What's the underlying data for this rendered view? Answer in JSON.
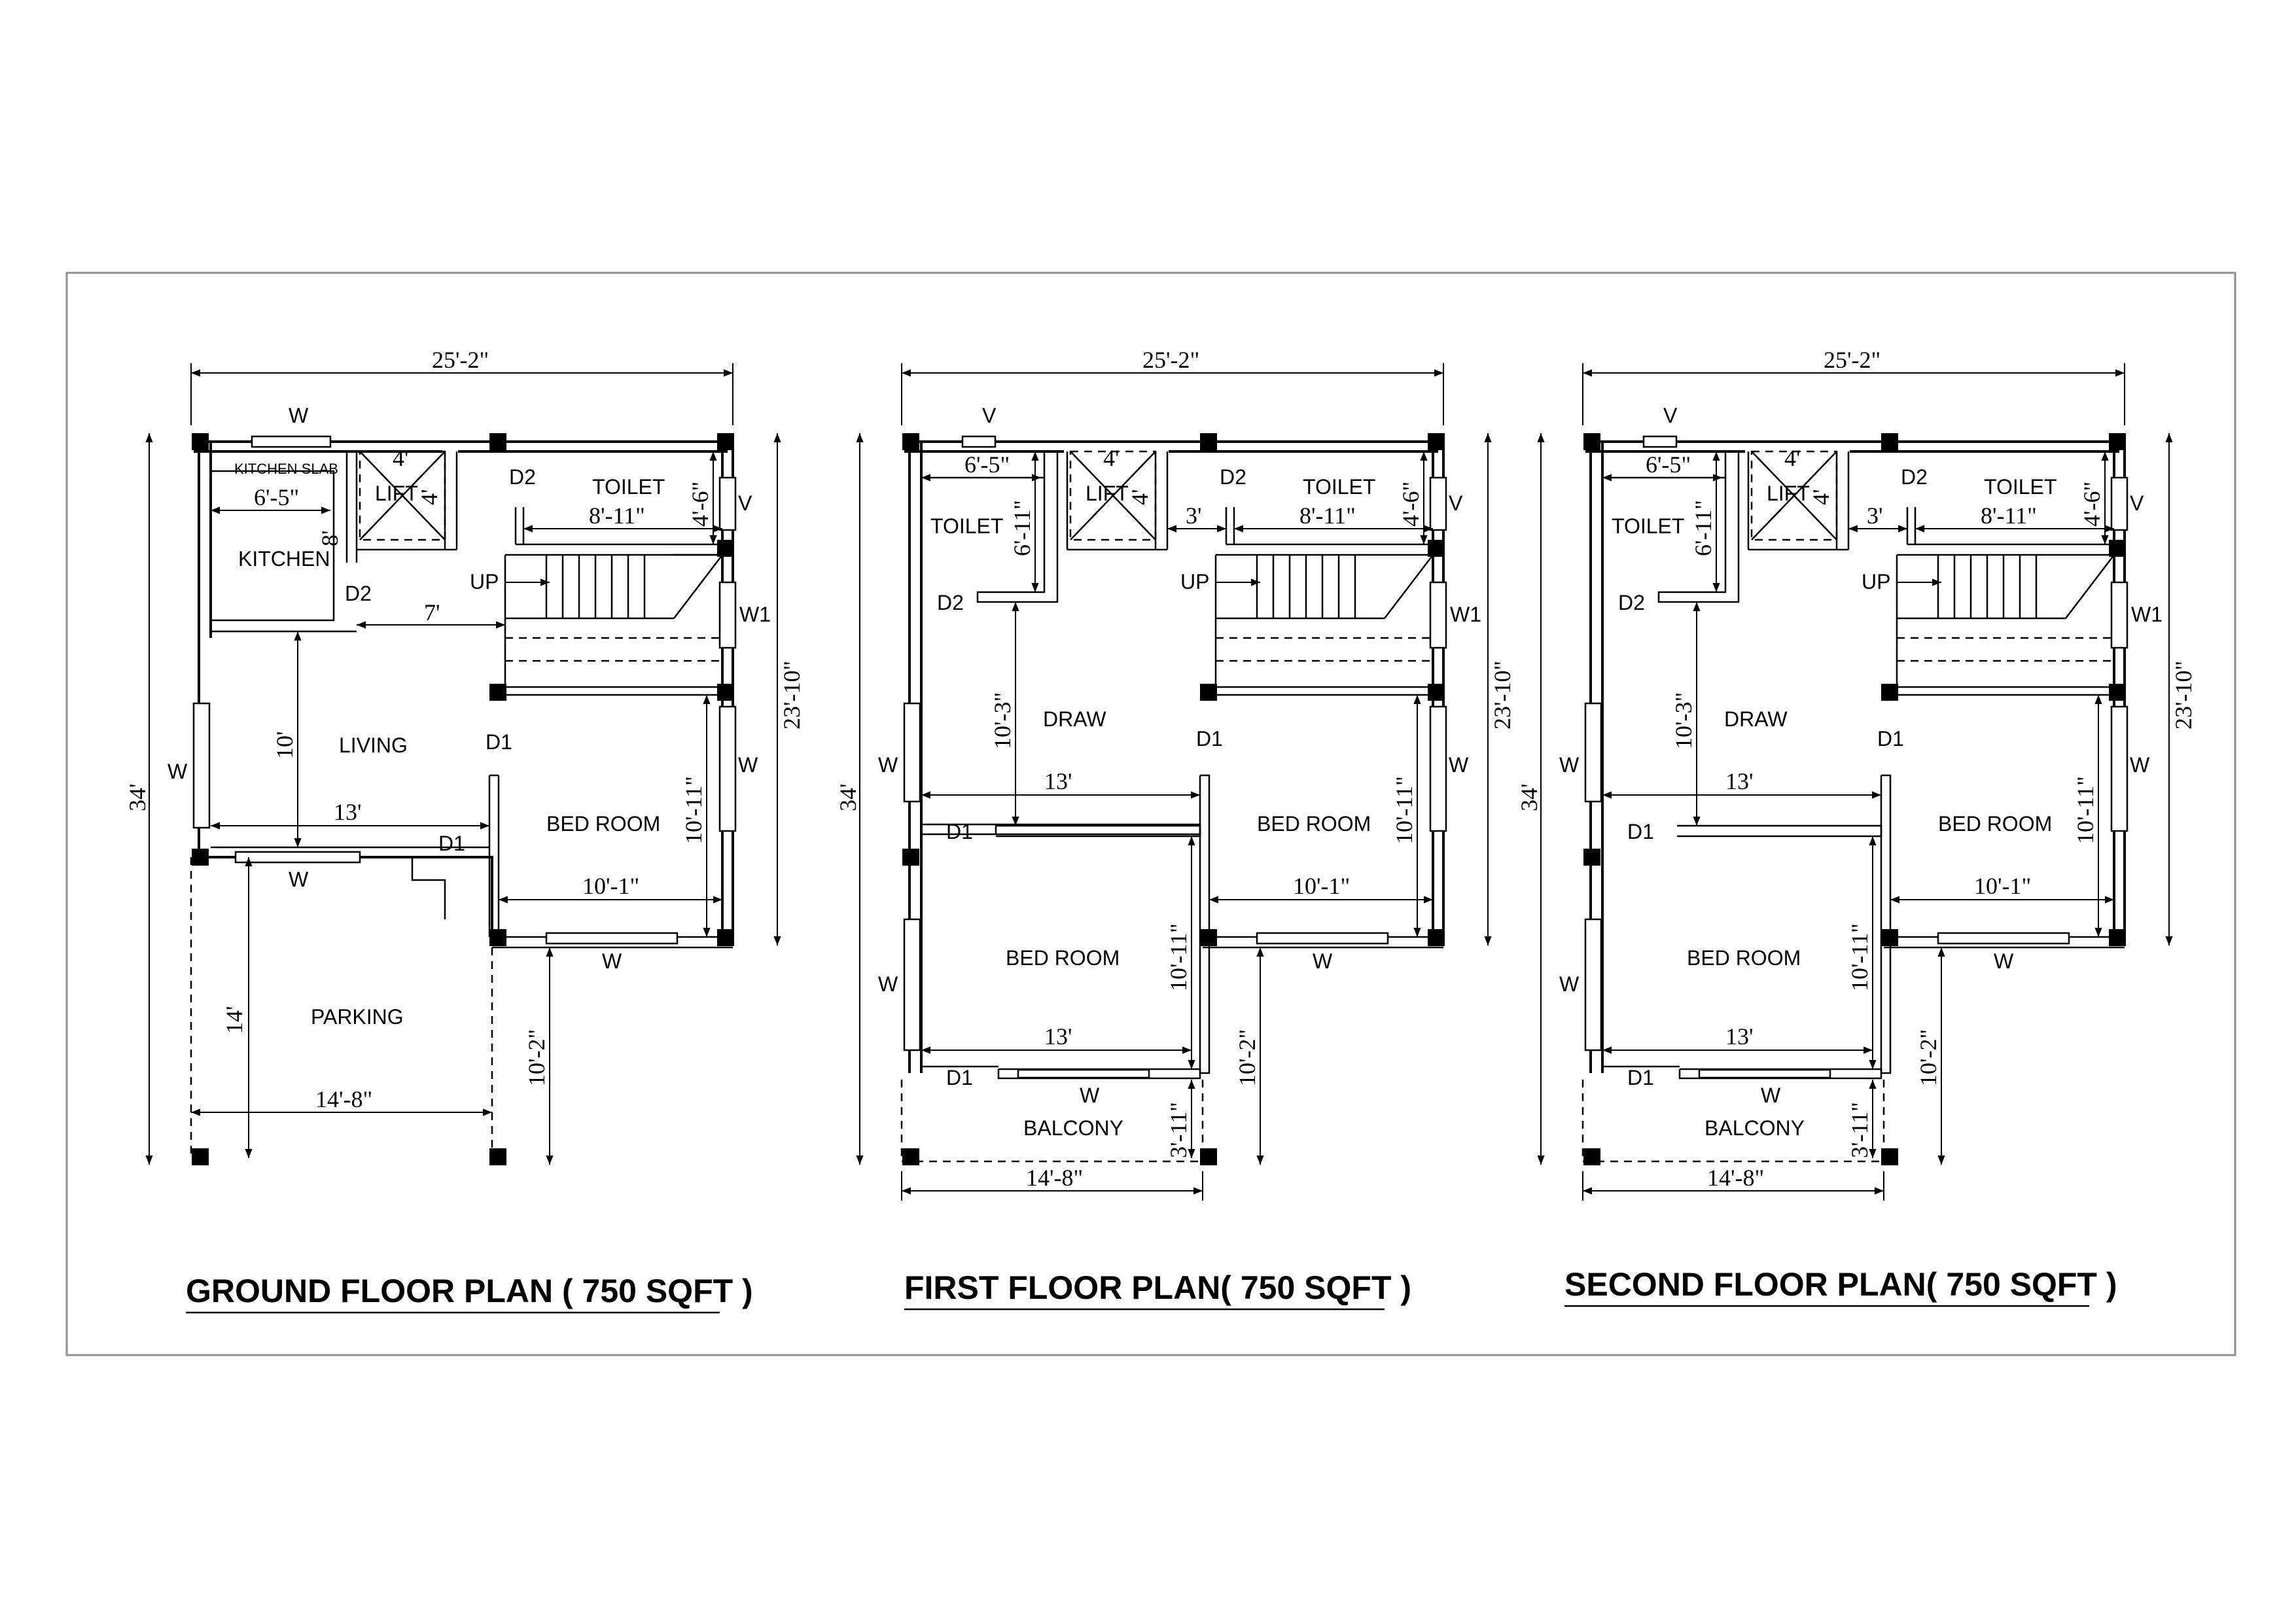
{
  "plans": [
    {
      "title": "GROUND FLOOR PLAN ( 750 SQFT )",
      "rooms": {
        "kitchen_slab": "KITCHEN SLAB",
        "lift": "LIFT",
        "kitchen": "KITCHEN",
        "toilet": "TOILET",
        "living": "LIVING",
        "bed_room": "BED ROOM",
        "parking": "PARKING",
        "up": "UP"
      },
      "openings": {
        "w_top": "W",
        "v_right": "V",
        "w1": "W1",
        "w_right": "W",
        "w_left": "W",
        "w_mid": "W",
        "w_bottom": "W",
        "d1_a": "D1",
        "d1_b": "D1",
        "d2_a": "D2",
        "d2_b": "D2"
      },
      "dims": {
        "width_top": "25'-2\"",
        "height_left": "34'",
        "height_right": "23'-10\"",
        "kitchen_w": "6'-5\"",
        "kitchen_h": "8'",
        "lift_w": "4'",
        "lift_h": "4'",
        "toilet_w": "8'-11\"",
        "toilet_h": "4'-6\"",
        "passage": "7'",
        "living_h": "10'",
        "living_w": "13'",
        "bed_h": "10'-11\"",
        "bed_w": "10'-1\"",
        "parking_h": "14'",
        "parking_w": "14'-8\"",
        "right_low": "10'-2\""
      }
    },
    {
      "title": "FIRST FLOOR PLAN( 750 SQFT )",
      "rooms": {
        "toilet_left": "TOILET",
        "lift": "LIFT",
        "toilet": "TOILET",
        "draw": "DRAW",
        "bed_room_right": "BED ROOM",
        "bed_room_left": "BED ROOM",
        "balcony": "BALCONY",
        "up": "UP"
      },
      "openings": {
        "v_top": "V",
        "v_right": "V",
        "w1": "W1",
        "w_right": "W",
        "w_left_a": "W",
        "w_left_b": "W",
        "w_bottom_right": "W",
        "w_balcony": "W",
        "d1_a": "D1",
        "d1_b": "D1",
        "d1_c": "D1",
        "d2_a": "D2",
        "d2_b": "D2"
      },
      "dims": {
        "width_top": "25'-2\"",
        "height_left": "34'",
        "height_right": "23'-10\"",
        "toilet_left_w": "6'-5\"",
        "toilet_left_h": "6'-11\"",
        "lift_w": "4'",
        "lift_h": "4'",
        "gap": "3'",
        "toilet_w": "8'-11\"",
        "toilet_h": "4'-6\"",
        "draw_h": "10'-3\"",
        "draw_w": "13'",
        "bed_right_h": "10'-11\"",
        "bed_right_w": "10'-1\"",
        "bed_left_h": "10'-11\"",
        "bed_left_w": "13'",
        "balcony_h": "3'-11\"",
        "bottom_w": "14'-8\"",
        "right_low": "10'-2\""
      }
    },
    {
      "title": "SECOND  FLOOR PLAN( 750 SQFT )",
      "rooms": {
        "toilet_left": "TOILET",
        "lift": "LIFT",
        "toilet": "TOILET",
        "draw": "DRAW",
        "bed_room_right": "BED ROOM",
        "bed_room_left": "BED ROOM",
        "balcony": "BALCONY",
        "up": "UP"
      },
      "openings": {
        "v_top": "V",
        "v_right": "V",
        "w1": "W1",
        "w_right": "W",
        "w_left_a": "W",
        "w_left_b": "W",
        "w_bottom_right": "W",
        "w_balcony": "W",
        "d1_a": "D1",
        "d1_b": "D1",
        "d1_c": "D1",
        "d2_a": "D2",
        "d2_b": "D2"
      },
      "dims": {
        "width_top": "25'-2\"",
        "height_left": "34'",
        "height_right": "23'-10\"",
        "toilet_left_w": "6'-5\"",
        "toilet_left_h": "6'-11\"",
        "lift_w": "4'",
        "lift_h": "4'",
        "gap": "3'",
        "toilet_w": "8'-11\"",
        "toilet_h": "4'-6\"",
        "draw_h": "10'-3\"",
        "draw_w": "13'",
        "bed_right_h": "10'-11\"",
        "bed_right_w": "10'-1\"",
        "bed_left_h": "10'-11\"",
        "bed_left_w": "13'",
        "balcony_h": "3'-11\"",
        "bottom_w": "14'-8\"",
        "right_low": "10'-2\""
      }
    }
  ]
}
